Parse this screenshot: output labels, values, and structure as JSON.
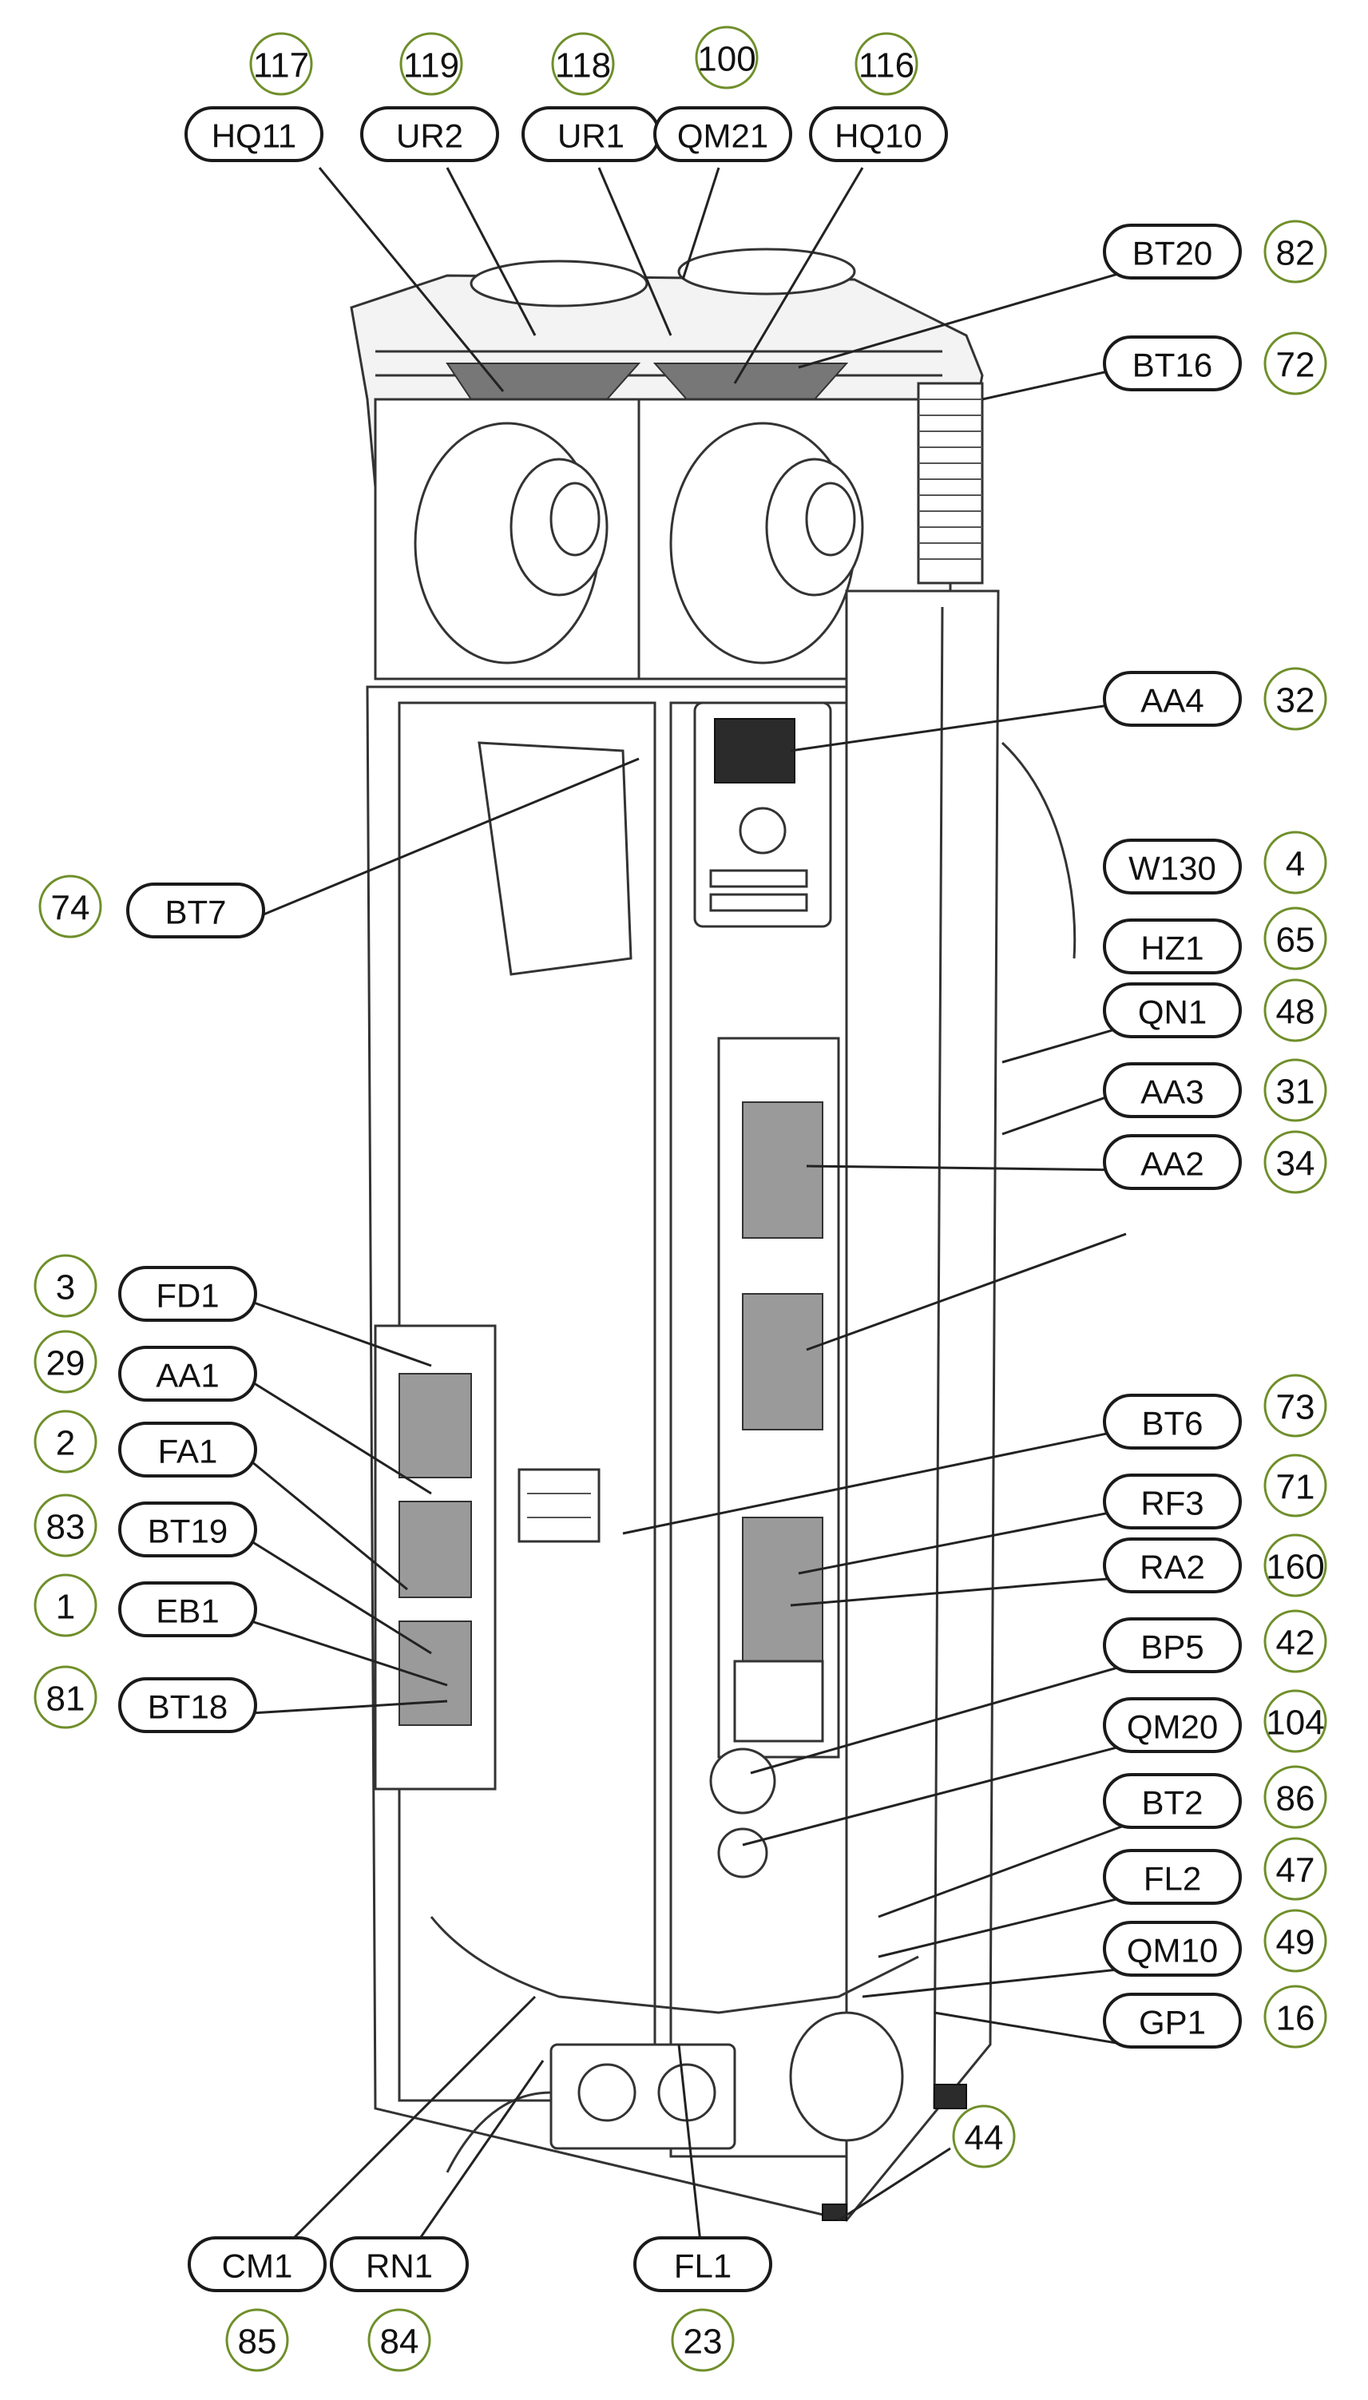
{
  "callouts": [
    {
      "code": "HQ11",
      "number": "117"
    },
    {
      "code": "UR2",
      "number": "119"
    },
    {
      "code": "UR1",
      "number": "118"
    },
    {
      "code": "QM21",
      "number": "100"
    },
    {
      "code": "HQ10",
      "number": "116"
    },
    {
      "code": "BT20",
      "number": "82"
    },
    {
      "code": "BT16",
      "number": "72"
    },
    {
      "code": "AA4",
      "number": "32"
    },
    {
      "code": "BT7",
      "number": "74"
    },
    {
      "code": "W130",
      "number": "4"
    },
    {
      "code": "HZ1",
      "number": "65"
    },
    {
      "code": "QN1",
      "number": "48"
    },
    {
      "code": "AA3",
      "number": "31"
    },
    {
      "code": "AA2",
      "number": "34"
    },
    {
      "code": "FD1",
      "number": "3"
    },
    {
      "code": "AA1",
      "number": "29"
    },
    {
      "code": "FA1",
      "number": "2"
    },
    {
      "code": "BT19",
      "number": "83"
    },
    {
      "code": "EB1",
      "number": "1"
    },
    {
      "code": "BT18",
      "number": "81"
    },
    {
      "code": "BT6",
      "number": "73"
    },
    {
      "code": "RF3",
      "number": "71"
    },
    {
      "code": "RA2",
      "number": "160"
    },
    {
      "code": "BP5",
      "number": "42"
    },
    {
      "code": "QM20",
      "number": "104"
    },
    {
      "code": "BT2",
      "number": "86"
    },
    {
      "code": "FL2",
      "number": "47"
    },
    {
      "code": "QM10",
      "number": "49"
    },
    {
      "code": "GP1",
      "number": "16"
    },
    {
      "code": "",
      "number": "44"
    },
    {
      "code": "CM1",
      "number": "85"
    },
    {
      "code": "RN1",
      "number": "84"
    },
    {
      "code": "FL1",
      "number": "23"
    }
  ]
}
